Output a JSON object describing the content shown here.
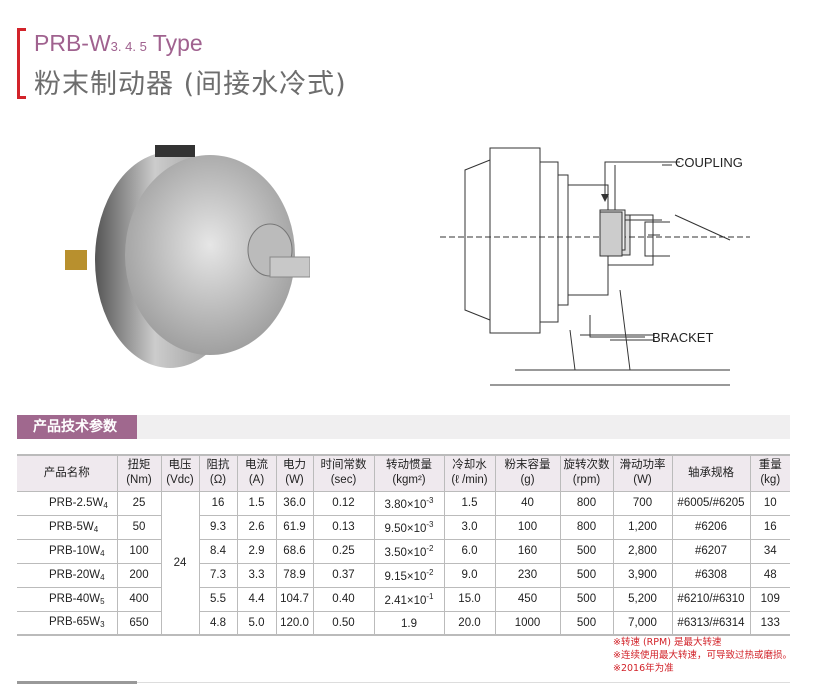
{
  "header": {
    "title_main": "PRB-W",
    "title_sub": "3. 4. 5",
    "title_type": "Type",
    "subtitle": "粉末制动器 (间接水冷式)"
  },
  "diagram": {
    "coupling_label": "COUPLING",
    "bracket_label": "BRACKET"
  },
  "section": {
    "title": "产品技术参数"
  },
  "table": {
    "headers": [
      [
        "产品名称",
        ""
      ],
      [
        "扭矩",
        "(Nm)"
      ],
      [
        "电压",
        "(Vdc)"
      ],
      [
        "阻抗",
        "(Ω)"
      ],
      [
        "电流",
        "(A)"
      ],
      [
        "电力",
        "(W)"
      ],
      [
        "时间常数",
        "(sec)"
      ],
      [
        "转动惯量",
        "(kgm²)"
      ],
      [
        "冷却水",
        "(ℓ /min)"
      ],
      [
        "粉末容量",
        "(g)"
      ],
      [
        "旋转次数",
        "(rpm)"
      ],
      [
        "滑动功率",
        "(W)"
      ],
      [
        "轴承规格",
        ""
      ],
      [
        "重量",
        "(kg)"
      ]
    ],
    "voltage": "24",
    "rows": [
      {
        "name": "PRB-2.5W",
        "sub": "4",
        "torque": "25",
        "ohm": "16",
        "amp": "1.5",
        "power": "36.0",
        "time": "0.12",
        "inertia": "3.80×10",
        "exp": "-3",
        "water": "1.5",
        "powder": "40",
        "rpm": "800",
        "slip": "700",
        "bearing": "#6005/#6205",
        "weight": "10"
      },
      {
        "name": "PRB-5W",
        "sub": "4",
        "torque": "50",
        "ohm": "9.3",
        "amp": "2.6",
        "power": "61.9",
        "time": "0.13",
        "inertia": "9.50×10",
        "exp": "-3",
        "water": "3.0",
        "powder": "100",
        "rpm": "800",
        "slip": "1,200",
        "bearing": "#6206",
        "weight": "16"
      },
      {
        "name": "PRB-10W",
        "sub": "4",
        "torque": "100",
        "ohm": "8.4",
        "amp": "2.9",
        "power": "68.6",
        "time": "0.25",
        "inertia": "3.50×10",
        "exp": "-2",
        "water": "6.0",
        "powder": "160",
        "rpm": "500",
        "slip": "2,800",
        "bearing": "#6207",
        "weight": "34"
      },
      {
        "name": "PRB-20W",
        "sub": "4",
        "torque": "200",
        "ohm": "7.3",
        "amp": "3.3",
        "power": "78.9",
        "time": "0.37",
        "inertia": "9.15×10",
        "exp": "-2",
        "water": "9.0",
        "powder": "230",
        "rpm": "500",
        "slip": "3,900",
        "bearing": "#6308",
        "weight": "48"
      },
      {
        "name": "PRB-40W",
        "sub": "5",
        "torque": "400",
        "ohm": "5.5",
        "amp": "4.4",
        "power": "104.7",
        "time": "0.40",
        "inertia": "2.41×10",
        "exp": "-1",
        "water": "15.0",
        "powder": "450",
        "rpm": "500",
        "slip": "5,200",
        "bearing": "#6210/#6310",
        "weight": "109"
      },
      {
        "name": "PRB-65W",
        "sub": "3",
        "torque": "650",
        "ohm": "4.8",
        "amp": "5.0",
        "power": "120.0",
        "time": "0.50",
        "inertia": "1.9",
        "exp": "",
        "water": "20.0",
        "powder": "1000",
        "rpm": "500",
        "slip": "7,000",
        "bearing": "#6313/#6314",
        "weight": "133"
      }
    ]
  },
  "notes": [
    "※转速 (RPM) 是最大转速",
    "※连续使用最大转速，可导致过热或磨损。",
    "※2016年为准"
  ]
}
